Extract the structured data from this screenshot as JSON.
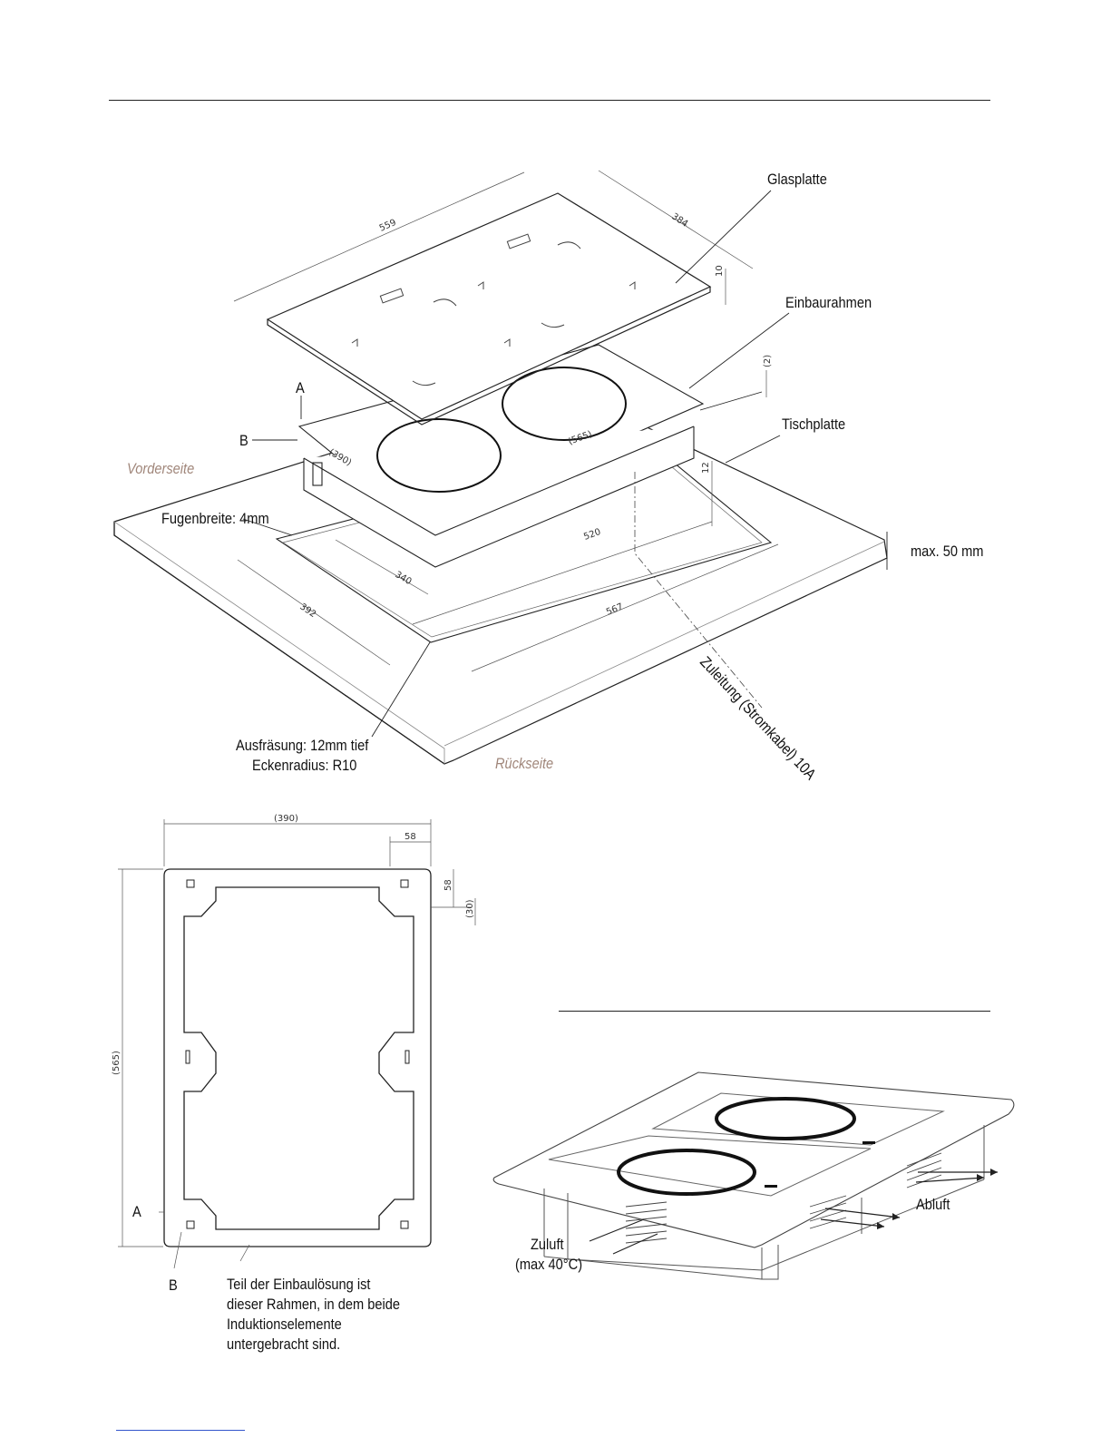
{
  "labels": {
    "glasplatte": "Glasplatte",
    "einbaurahmen": "Einbaurahmen",
    "tischplatte": "Tischplatte",
    "max_height": "max. 50 mm",
    "a": "A",
    "b": "B",
    "vorderseite": "Vorderseite",
    "rueckseite": "Rückseite",
    "fugenbreite": "Fugenbreite: 4mm",
    "ausfraesung": "Ausfräsung: 12mm tief",
    "eckenradius": "Eckenradius: R10",
    "zuleitung": "Zuleitung (Stromkabel) 10A",
    "abluft": "Abluft",
    "zuluft": "Zuluft",
    "zuluft_temp": "(max 40°C)",
    "frame_a": "A",
    "frame_b": "B"
  },
  "dimensions_top": {
    "d559": "559",
    "d384": "384",
    "d10": "10",
    "d2": "(2)",
    "d12": "12",
    "d390": "(390)",
    "d565": "(565)",
    "d520": "520",
    "d340": "340",
    "d392": "392",
    "d567": "567"
  },
  "dimensions_frame": {
    "width": "(390)",
    "d58a": "58",
    "d58b": "58",
    "d30": "(30)",
    "height": "(565)"
  },
  "frame_note": [
    "Teil der Einbaulösung ist",
    "dieser Rahmen, in dem beide",
    "Induktionselemente",
    "untergebracht sind."
  ]
}
